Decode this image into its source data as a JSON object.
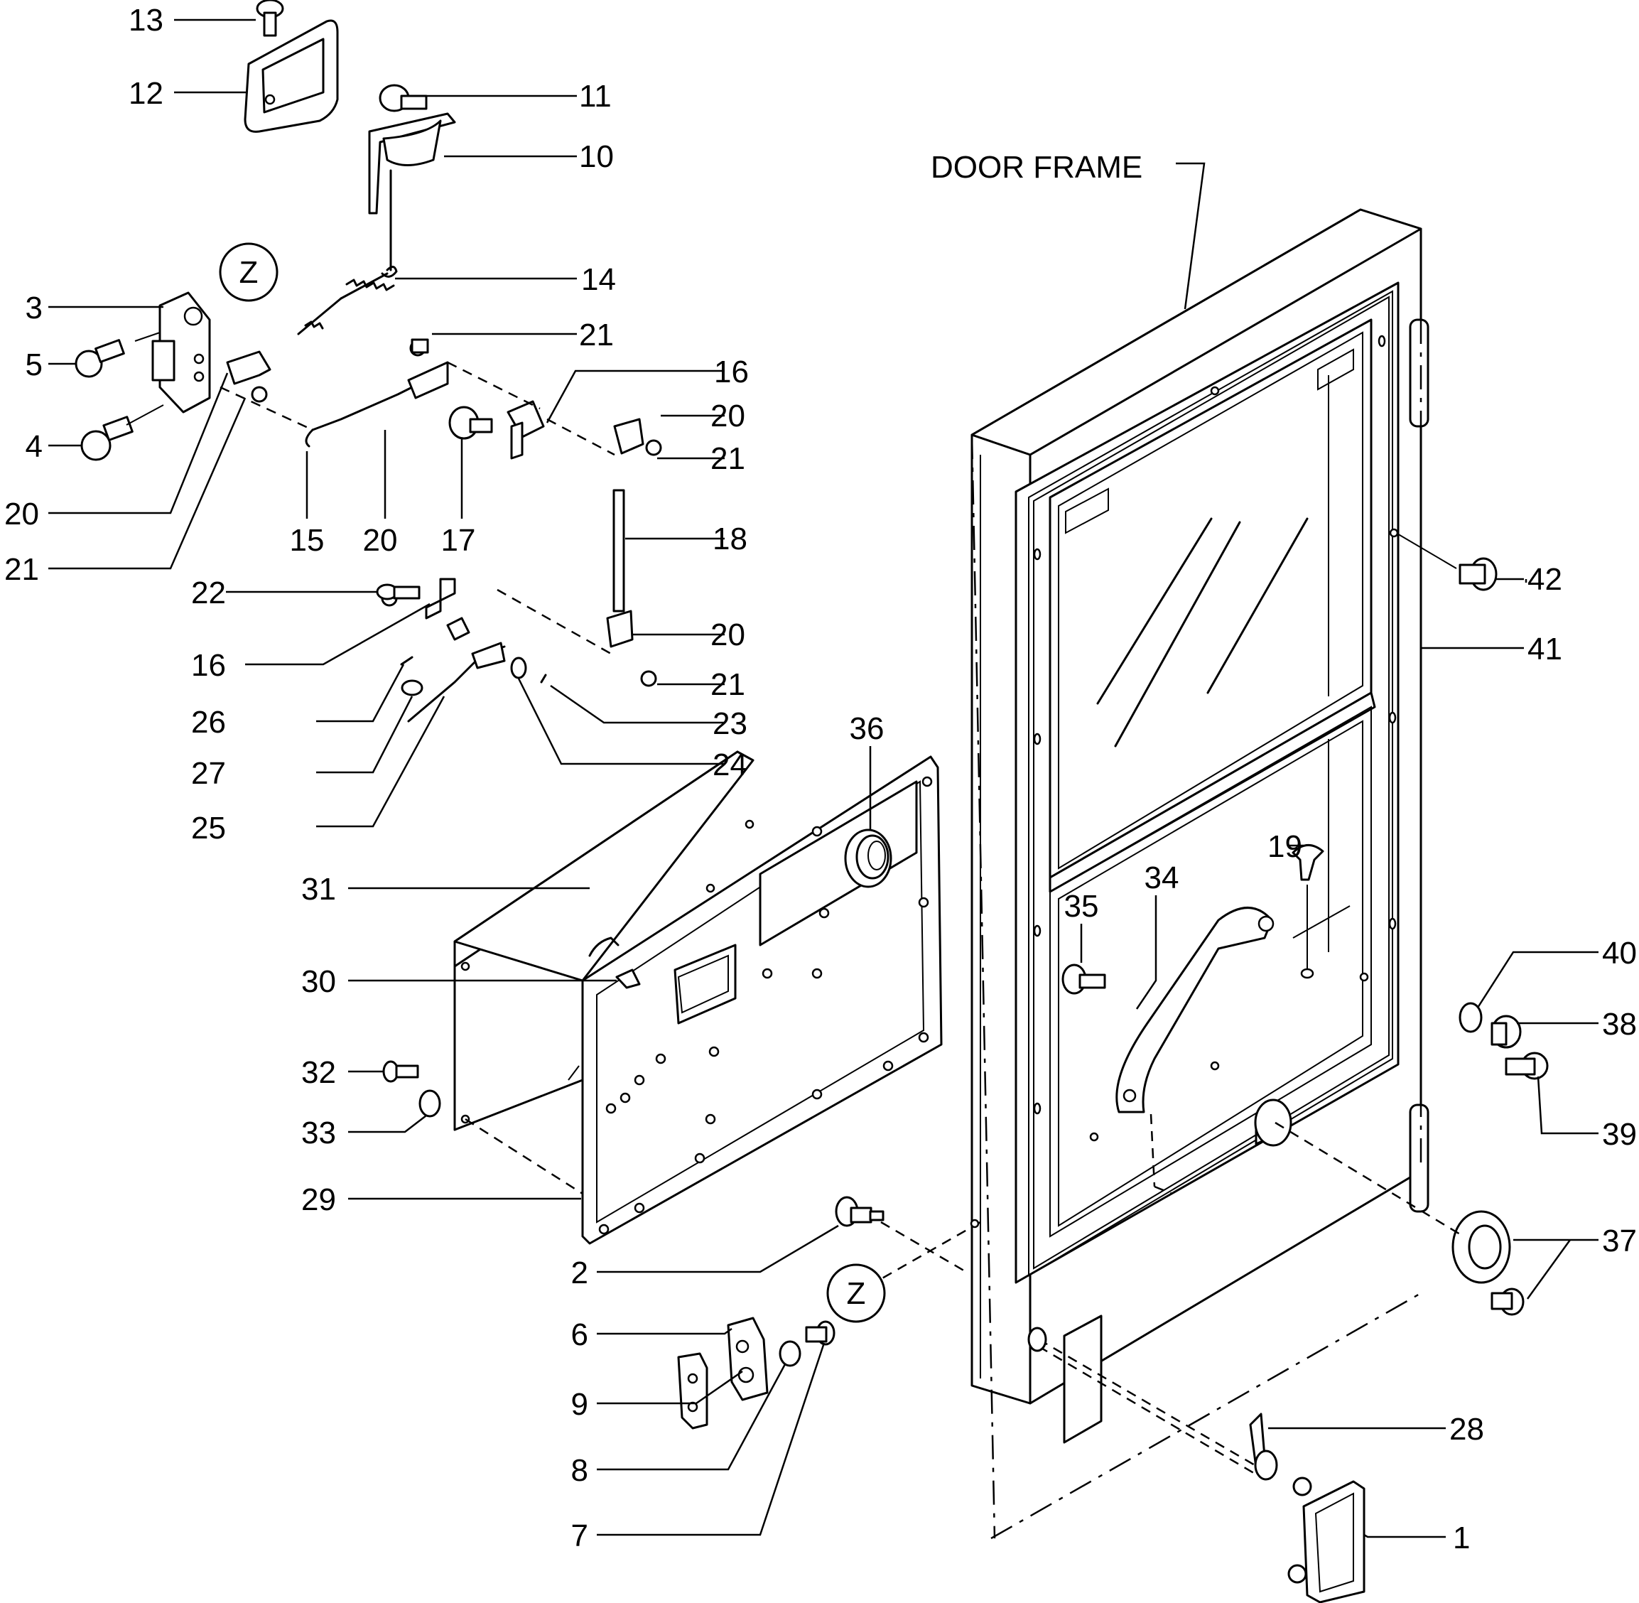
{
  "labels": {
    "p1": "1",
    "p2": "2",
    "p3": "3",
    "p4": "4",
    "p5": "5",
    "p6": "6",
    "p7": "7",
    "p8": "8",
    "p9": "9",
    "p10": "10",
    "p11": "11",
    "p12": "12",
    "p13": "13",
    "p14": "14",
    "p15": "15",
    "p16": "16",
    "p17": "17",
    "p18": "18",
    "p19": "19",
    "p20": "20",
    "p21": "21",
    "p22": "22",
    "p23": "23",
    "p24": "24",
    "p25": "25",
    "p26": "26",
    "p27": "27",
    "p28": "28",
    "p29": "29",
    "p30": "30",
    "p31": "31",
    "p32": "32",
    "p33": "33",
    "p34": "34",
    "p35": "35",
    "p36": "36",
    "p37": "37",
    "p38": "38",
    "p39": "39",
    "p40": "40",
    "p41": "41",
    "p42": "42",
    "door_frame": "DOOR FRAME",
    "detail_z": "Z"
  }
}
